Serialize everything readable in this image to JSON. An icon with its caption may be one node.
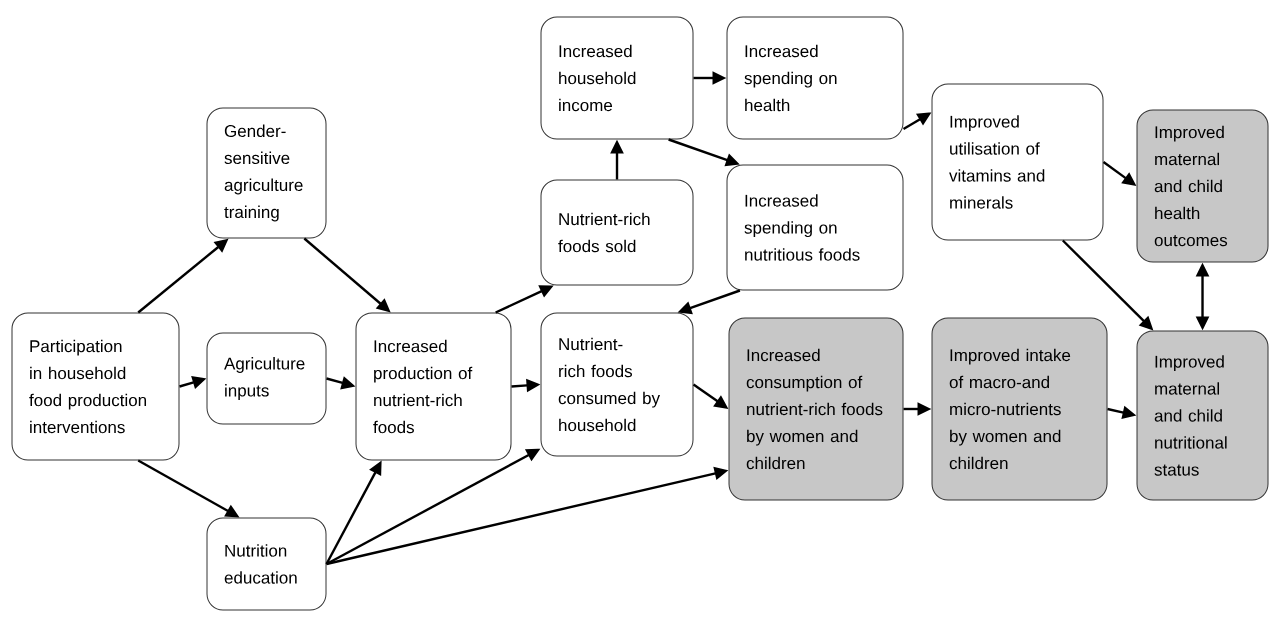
{
  "diagram": {
    "nodes": [
      {
        "text": [
          "Participation in household food production interventions"
        ]
      },
      {
        "text": [
          "Gender-sensitive agriculture training"
        ]
      },
      {
        "text": [
          "Agriculture inputs"
        ]
      },
      {
        "text": [
          "Nutrition education"
        ]
      },
      {
        "text": [
          "Increased production of nutrient-rich foods"
        ]
      },
      {
        "text": [
          "Increased household income"
        ]
      },
      {
        "text": [
          "Nutrient-rich foods sold"
        ]
      },
      {
        "text": [
          "Increased spending on health"
        ]
      },
      {
        "text": [
          "Increased spending on nutritious foods"
        ]
      },
      {
        "text": [
          "Nutrient-rich foods consumed by household"
        ]
      },
      {
        "text": [
          "Improved utilisation of vitamins and minerals"
        ]
      },
      {
        "text": [
          "Increased consumption of nutrient-rich foods by women and children"
        ]
      },
      {
        "text": [
          "Improved intake of macro-and micro-nutrients by women and children"
        ]
      },
      {
        "text": [
          "Improved maternal and child health outcomes"
        ]
      },
      {
        "text": [
          "Improved maternal and child nutritional status"
        ]
      }
    ],
    "edges": [
      {
        "from": 0,
        "to": 1,
        "arrow": "to"
      },
      {
        "from": 0,
        "to": 2,
        "arrow": "to"
      },
      {
        "from": 0,
        "to": 3,
        "arrow": "to"
      },
      {
        "from": 1,
        "to": 4,
        "arrow": "to"
      },
      {
        "from": 2,
        "to": 4,
        "arrow": "to"
      },
      {
        "from": 3,
        "to": 4,
        "arrow": "to"
      },
      {
        "from": 3,
        "to": 9,
        "arrow": "to"
      },
      {
        "from": 3,
        "to": 11,
        "arrow": "to"
      },
      {
        "from": 4,
        "to": 6,
        "arrow": "to"
      },
      {
        "from": 4,
        "to": 9,
        "arrow": "to"
      },
      {
        "from": 6,
        "to": 5,
        "arrow": "to"
      },
      {
        "from": 5,
        "to": 7,
        "arrow": "to"
      },
      {
        "from": 5,
        "to": 8,
        "arrow": "to"
      },
      {
        "from": 8,
        "to": 9,
        "arrow": "to"
      },
      {
        "from": 9,
        "to": 11,
        "arrow": "to"
      },
      {
        "from": 7,
        "to": 10,
        "arrow": "to"
      },
      {
        "from": 10,
        "to": 13,
        "arrow": "to"
      },
      {
        "from": 10,
        "to": 14,
        "arrow": "to"
      },
      {
        "from": 11,
        "to": 12,
        "arrow": "to"
      },
      {
        "from": 12,
        "to": 14,
        "arrow": "to"
      },
      {
        "from": 13,
        "to": 14,
        "arrow": "both"
      }
    ]
  }
}
